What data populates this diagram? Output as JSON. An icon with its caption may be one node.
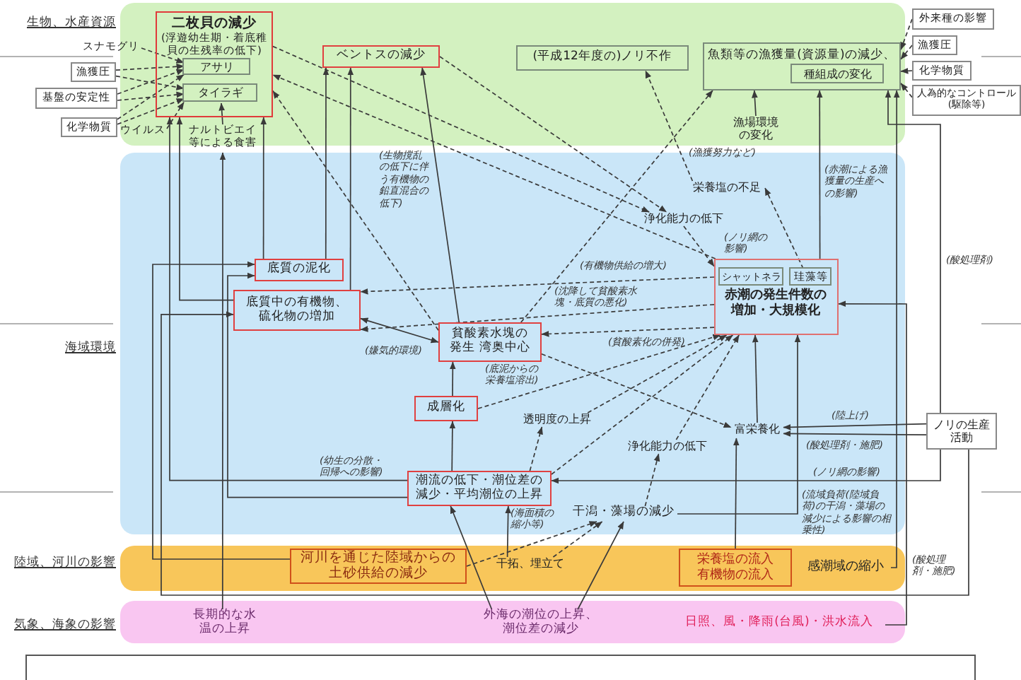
{
  "diagram": {
    "nodes": [
      {
        "text": [
          "生物、水産資源"
        ]
      },
      {
        "text": [
          "二枚貝の減少",
          "(浮遊幼生期・着底稚貝の生残率の低下)"
        ],
        "in": 0
      },
      {
        "text": [
          "アサリ"
        ],
        "in": 1
      },
      {
        "text": [
          "タイラギ"
        ],
        "in": 1
      },
      {
        "text": [
          "ベントスの減少"
        ],
        "in": 0
      },
      {
        "text": [
          "(平成12年度の)ノリ不作"
        ],
        "in": 0
      },
      {
        "text": [
          "魚類等の漁獲量(資源量)の減少、"
        ],
        "in": 0
      },
      {
        "text": [
          "種組成の変化"
        ],
        "in": 6
      },
      {
        "text": [
          "スナモグリ"
        ]
      },
      {
        "text": [
          "漁獲圧"
        ]
      },
      {
        "text": [
          "基盤の安定性"
        ]
      },
      {
        "text": [
          "化学物質"
        ]
      },
      {
        "text": [
          "ウイルス"
        ],
        "in": 0
      },
      {
        "text": [
          "ナルトビエイ等による食害"
        ],
        "in": 0
      },
      {
        "text": [
          "漁場環境の変化"
        ],
        "in": 0
      },
      {
        "text": [
          "外来種の影響"
        ]
      },
      {
        "text": [
          "漁獲圧"
        ]
      },
      {
        "text": [
          "化学物質"
        ]
      },
      {
        "text": [
          "人為的なコントロール(駆除等)"
        ]
      },
      {
        "text": [
          "海域環境"
        ]
      },
      {
        "text": [
          "底質の泥化"
        ],
        "in": 19
      },
      {
        "text": [
          "底質中の有機物、硫化物の増加"
        ],
        "in": 19
      },
      {
        "text": [
          "貧酸素水塊の発生 湾奥中心"
        ],
        "in": 19
      },
      {
        "text": [
          "赤潮の発生件数の増加・大規模化"
        ],
        "in": 19
      },
      {
        "text": [
          "シャットネラ"
        ],
        "in": 23
      },
      {
        "text": [
          "珪藻等"
        ],
        "in": 23
      },
      {
        "text": [
          "栄養塩の不足"
        ],
        "in": 19
      },
      {
        "text": [
          "浄化能力の低下"
        ],
        "in": 19
      },
      {
        "text": [
          "成層化"
        ],
        "in": 19
      },
      {
        "text": [
          "透明度の上昇"
        ],
        "in": 19
      },
      {
        "text": [
          "浄化能力の低下"
        ],
        "in": 19
      },
      {
        "text": [
          "富栄養化"
        ],
        "in": 19
      },
      {
        "text": [
          "潮流の低下・潮位差の減少・平均潮位の上昇"
        ],
        "in": 19
      },
      {
        "text": [
          "干潟・藻場の減少"
        ],
        "in": 19
      },
      {
        "text": [
          "ノリの生産活動"
        ]
      },
      {
        "text": [
          "陸域、河川の影響"
        ]
      },
      {
        "text": [
          "河川を通じた陸域からの土砂供給の減少"
        ],
        "in": 35
      },
      {
        "text": [
          "干拓、埋立て"
        ],
        "in": 35
      },
      {
        "text": [
          "栄養塩の流入",
          "有機物の流入"
        ],
        "in": 35
      },
      {
        "text": [
          "感潮域の縮小"
        ],
        "in": 35
      },
      {
        "text": [
          "気象、海象の影響"
        ]
      },
      {
        "text": [
          "長期的な水温の上昇"
        ],
        "in": 40
      },
      {
        "text": [
          "外海の潮位の上昇、潮位差の減少"
        ],
        "in": 40
      },
      {
        "text": [
          "日照、風・降雨(台風)・洪水流入"
        ],
        "in": 40
      }
    ],
    "edges": [
      {
        "from": 8,
        "to": 2,
        "arrow": "to",
        "style": "dashed"
      },
      {
        "from": 9,
        "to": 2,
        "arrow": "to",
        "style": "dashed"
      },
      {
        "from": 9,
        "to": 3,
        "arrow": "to",
        "style": "dashed"
      },
      {
        "from": 10,
        "to": 2,
        "arrow": "to",
        "style": "dashed"
      },
      {
        "from": 10,
        "to": 3,
        "arrow": "to",
        "style": "dashed"
      },
      {
        "from": 11,
        "to": 2,
        "arrow": "to",
        "style": "dashed"
      },
      {
        "from": 11,
        "to": 3,
        "arrow": "to",
        "style": "dashed"
      },
      {
        "from": 12,
        "to": 3,
        "arrow": "to",
        "style": "dashed"
      },
      {
        "from": 13,
        "to": 3,
        "arrow": "to"
      },
      {
        "from": 41,
        "to": 13,
        "arrow": "to"
      },
      {
        "from": 20,
        "to": 1,
        "arrow": "to"
      },
      {
        "from": 21,
        "to": 1,
        "arrow": "to"
      },
      {
        "from": 20,
        "to": 4,
        "arrow": "to"
      },
      {
        "from": 21,
        "to": 4,
        "arrow": "to"
      },
      {
        "from": 22,
        "to": 4,
        "arrow": "to",
        "label": "(生物撹乱の低下に伴う有機物の鉛直混合の低下)"
      },
      {
        "from": 22,
        "to": 1,
        "arrow": "to",
        "style": "dashed"
      },
      {
        "from": 23,
        "to": 1,
        "arrow": "to",
        "style": "dashed"
      },
      {
        "from": 1,
        "to": 27,
        "arrow": "to",
        "style": "dashed"
      },
      {
        "from": 4,
        "to": 27,
        "arrow": "to",
        "style": "dashed"
      },
      {
        "from": 27,
        "to": 23,
        "arrow": "to",
        "style": "dashed"
      },
      {
        "from": 25,
        "to": 26,
        "arrow": "to",
        "style": "dashed",
        "label": "(ノリ網の影響)"
      },
      {
        "from": 26,
        "to": 5,
        "arrow": "to",
        "style": "dashed"
      },
      {
        "from": 22,
        "to": 6,
        "arrow": "to",
        "style": "dashed",
        "label": "(漁獲努力など)"
      },
      {
        "from": 23,
        "to": 6,
        "arrow": "to",
        "label": "(赤潮による漁獲量の生産への影響)"
      },
      {
        "from": 22,
        "to": 21,
        "arrow": "both",
        "label": "(嫌気的環境)"
      },
      {
        "from": 28,
        "to": 22,
        "arrow": "to"
      },
      {
        "from": 32,
        "to": 28,
        "arrow": "to"
      },
      {
        "from": 28,
        "to": 23,
        "arrow": "to",
        "style": "dashed"
      },
      {
        "from": 32,
        "to": 29,
        "arrow": "to",
        "style": "dashed"
      },
      {
        "from": 29,
        "to": 23,
        "arrow": "to",
        "style": "dashed"
      },
      {
        "from": 30,
        "to": 23,
        "arrow": "to",
        "style": "dashed"
      },
      {
        "from": 31,
        "to": 23,
        "arrow": "to"
      },
      {
        "from": 32,
        "to": 23,
        "arrow": "to",
        "style": "dashed"
      },
      {
        "from": 32,
        "to": 20,
        "arrow": "to"
      },
      {
        "from": 32,
        "to": 1,
        "arrow": "to",
        "label": "(幼生の分散・回帰への影響)"
      },
      {
        "from": 33,
        "to": 30,
        "arrow": "to",
        "style": "dashed"
      },
      {
        "from": 37,
        "to": 32,
        "arrow": "to",
        "label": "(海面積の縮小等)"
      },
      {
        "from": 37,
        "to": 33,
        "arrow": "to",
        "style": "dashed"
      },
      {
        "from": 42,
        "to": 32,
        "arrow": "to"
      },
      {
        "from": 42,
        "to": 33,
        "arrow": "to"
      },
      {
        "from": 36,
        "to": 33,
        "arrow": "to",
        "style": "dashed"
      },
      {
        "from": 36,
        "to": 20,
        "arrow": "to"
      },
      {
        "from": 38,
        "to": 31,
        "arrow": "to"
      },
      {
        "from": 34,
        "to": 31,
        "arrow": "to",
        "label": "(陸上げ)"
      },
      {
        "from": 34,
        "to": 31,
        "arrow": "to",
        "label": "(酸処理剤・施肥)"
      },
      {
        "from": 34,
        "to": 32,
        "arrow": "to",
        "label": "(ノリ網の影響)"
      },
      {
        "from": 34,
        "to": 21,
        "arrow": "to",
        "label": "(酸処理剤・施肥)"
      },
      {
        "from": 34,
        "to": 6,
        "arrow": "to",
        "label": "(酸処理剤)"
      },
      {
        "from": 39,
        "to": 6,
        "arrow": "to"
      },
      {
        "from": 43,
        "to": 23,
        "arrow": "to"
      },
      {
        "from": 14,
        "to": 6,
        "arrow": "to"
      },
      {
        "from": 15,
        "to": 6,
        "arrow": "to",
        "style": "dashed"
      },
      {
        "from": 16,
        "to": 6,
        "arrow": "to",
        "style": "dashed"
      },
      {
        "from": 17,
        "to": 6,
        "arrow": "to",
        "style": "dashed"
      },
      {
        "from": 18,
        "to": 6,
        "arrow": "to",
        "style": "dashed"
      },
      {
        "from": 23,
        "to": 21,
        "arrow": "to",
        "style": "dashed",
        "label": "(有機物供給の増大)"
      },
      {
        "from": 23,
        "to": 21,
        "arrow": "to",
        "style": "dashed",
        "label": "(沈降して貧酸素水塊・底質の悪化)"
      },
      {
        "from": 23,
        "to": 22,
        "arrow": "to",
        "style": "dashed",
        "label": "(貧酸素化の併発)"
      },
      {
        "from": 22,
        "to": 31,
        "arrow": "to",
        "style": "dashed",
        "label": "(底泥からの栄養塩溶出)"
      },
      {
        "from": 33,
        "to": 23,
        "arrow": "to",
        "label": "(流域負荷(陸域負荷)の干潟・藻場の減少による影響の相乗性)"
      }
    ]
  }
}
